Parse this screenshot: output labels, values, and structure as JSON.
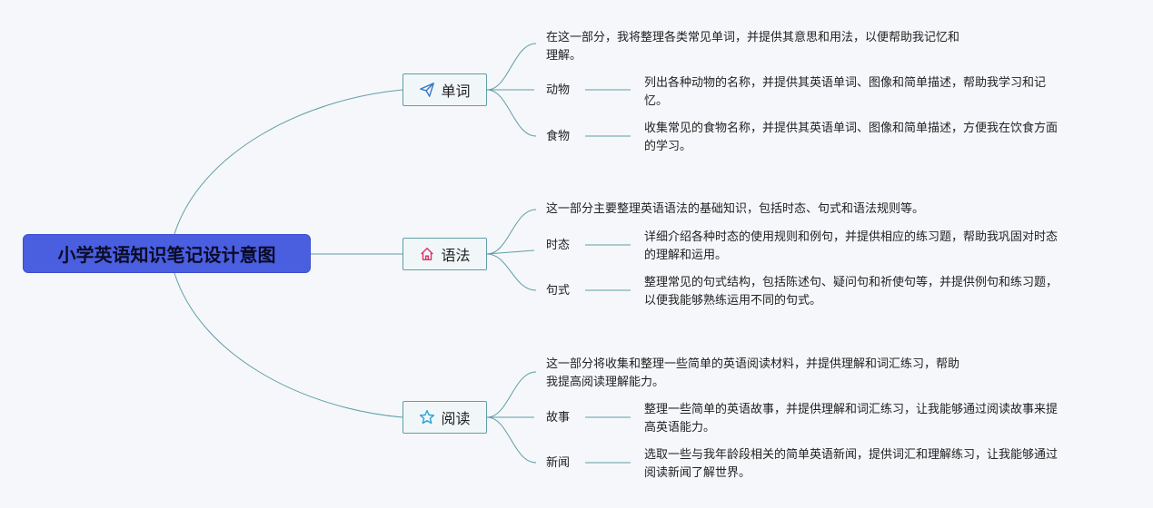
{
  "root": {
    "title": "小学英语知识笔记设计意图"
  },
  "branches": [
    {
      "label": "单词",
      "icon": "paper-plane-icon",
      "icon_color": "#3a78c9",
      "desc": [
        "在这一部分，我将整理各类常见单词，并提供其意思和用法，以便帮助我记忆和",
        "理解。"
      ],
      "children": [
        {
          "label": "动物",
          "desc": [
            "列出各种动物的名称，并提供其英语单词、图像和简单描述，帮助我学习和记",
            "忆。"
          ]
        },
        {
          "label": "食物",
          "desc": [
            "收集常见的食物名称，并提供其英语单词、图像和简单描述，方便我在饮食方面",
            "的学习。"
          ]
        }
      ]
    },
    {
      "label": "语法",
      "icon": "home-icon",
      "icon_color": "#d9356a",
      "desc": [
        "这一部分主要整理英语语法的基础知识，包括时态、句式和语法规则等。"
      ],
      "children": [
        {
          "label": "时态",
          "desc": [
            "详细介绍各种时态的使用规则和例句，并提供相应的练习题，帮助我巩固对时态",
            "的理解和运用。"
          ]
        },
        {
          "label": "句式",
          "desc": [
            "整理常见的句式结构，包括陈述句、疑问句和祈使句等，并提供例句和练习题，",
            "以便我能够熟练运用不同的句式。"
          ]
        }
      ]
    },
    {
      "label": "阅读",
      "icon": "star-icon",
      "icon_color": "#2aa3d8",
      "desc": [
        "这一部分将收集和整理一些简单的英语阅读材料，并提供理解和词汇练习，帮助",
        "我提高阅读理解能力。"
      ],
      "children": [
        {
          "label": "故事",
          "desc": [
            "整理一些简单的英语故事，并提供理解和词汇练习，让我能够通过阅读故事来提",
            "高英语能力。"
          ]
        },
        {
          "label": "新闻",
          "desc": [
            "选取一些与我年龄段相关的简单英语新闻，提供词汇和理解练习，让我能够通过",
            "阅读新闻了解世界。"
          ]
        }
      ]
    }
  ],
  "colors": {
    "line": "#5f9ea8",
    "root_bg": "#4a5fe0"
  }
}
